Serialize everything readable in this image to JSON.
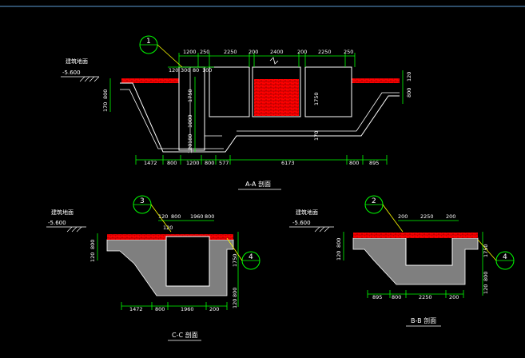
{
  "section_aa": {
    "title": "A-A 剖面",
    "ground_label": "建筑地面",
    "ground_level": "-5.600",
    "callout": "1",
    "top_dims": [
      "1200",
      "250",
      "2250",
      "200",
      "2400",
      "200",
      "2250",
      "250"
    ],
    "sub_dims": [
      "120",
      "300",
      "80",
      "100"
    ],
    "left_dims": [
      "800",
      "170"
    ],
    "mid_dims": [
      "1750",
      "1000",
      "180",
      "120"
    ],
    "right_dims": [
      "120",
      "800"
    ],
    "inner_right_dims": [
      "1750",
      "170"
    ],
    "bottom_dims": [
      "1472",
      "800",
      "1200",
      "800",
      "577",
      "6173",
      "800",
      "895"
    ]
  },
  "section_cc": {
    "title": "C-C 剖面",
    "ground_label": "建筑地面",
    "ground_level": "-5.600",
    "callout_left": "3",
    "callout_right": "4",
    "top_dims": [
      "120",
      "800",
      "1960",
      "800"
    ],
    "sub_dims": [
      "120"
    ],
    "left_dims": [
      "800",
      "120"
    ],
    "right_dims": [
      "1750",
      "800",
      "120"
    ],
    "bottom_dims": [
      "1472",
      "800",
      "1960",
      "200"
    ]
  },
  "section_bb": {
    "title": "B-B 剖面",
    "ground_label": "建筑地面",
    "ground_level": "-5.600",
    "callout_left": "2",
    "callout_right": "4",
    "top_dims": [
      "200",
      "2250",
      "200"
    ],
    "left_dims": [
      "800",
      "120"
    ],
    "right_dims": [
      "1750",
      "800",
      "120"
    ],
    "bottom_dims": [
      "895",
      "800",
      "2250",
      "200"
    ]
  },
  "colors": {
    "background": "#000000",
    "outline": "#ffffff",
    "dimension": "#00ff00",
    "callout": "#00ff00",
    "brick": "#ff0000",
    "concrete": "#7f7f7f",
    "leader": "#ffff00",
    "frame": "#5b9bd5"
  }
}
